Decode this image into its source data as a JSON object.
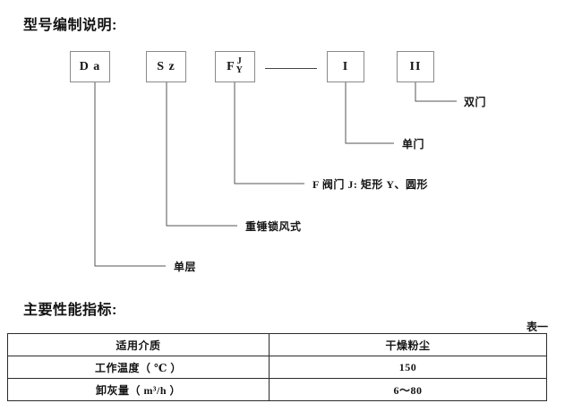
{
  "headings": {
    "model_code": "型号编制说明:",
    "performance": "主要性能指标:"
  },
  "model_diagram": {
    "boxes": [
      {
        "id": "box-da",
        "text": "D a"
      },
      {
        "id": "box-sz",
        "text": "S z"
      },
      {
        "id": "box-f",
        "text": "F",
        "numerator": "J",
        "denominator": "Y"
      },
      {
        "id": "box-i",
        "text": "I"
      },
      {
        "id": "box-ii",
        "text": "II"
      }
    ],
    "labels": [
      {
        "id": "label-shuangmen",
        "text": "双门"
      },
      {
        "id": "label-danmen",
        "text": "单门"
      },
      {
        "id": "label-famen",
        "text": "F 阀门 J: 矩形  Y、圆形"
      },
      {
        "id": "label-zhongchui",
        "text": "重锤锁风式"
      },
      {
        "id": "label-danceng",
        "text": "单层"
      }
    ],
    "line_color": "#555555"
  },
  "table": {
    "caption": "表一",
    "rows": [
      {
        "label": "适用介质",
        "value": "干燥粉尘"
      },
      {
        "label": "工作温度（ ℃ ）",
        "value": "150"
      },
      {
        "label": "卸灰量（ m³/h ）",
        "value": "6～80"
      }
    ]
  }
}
